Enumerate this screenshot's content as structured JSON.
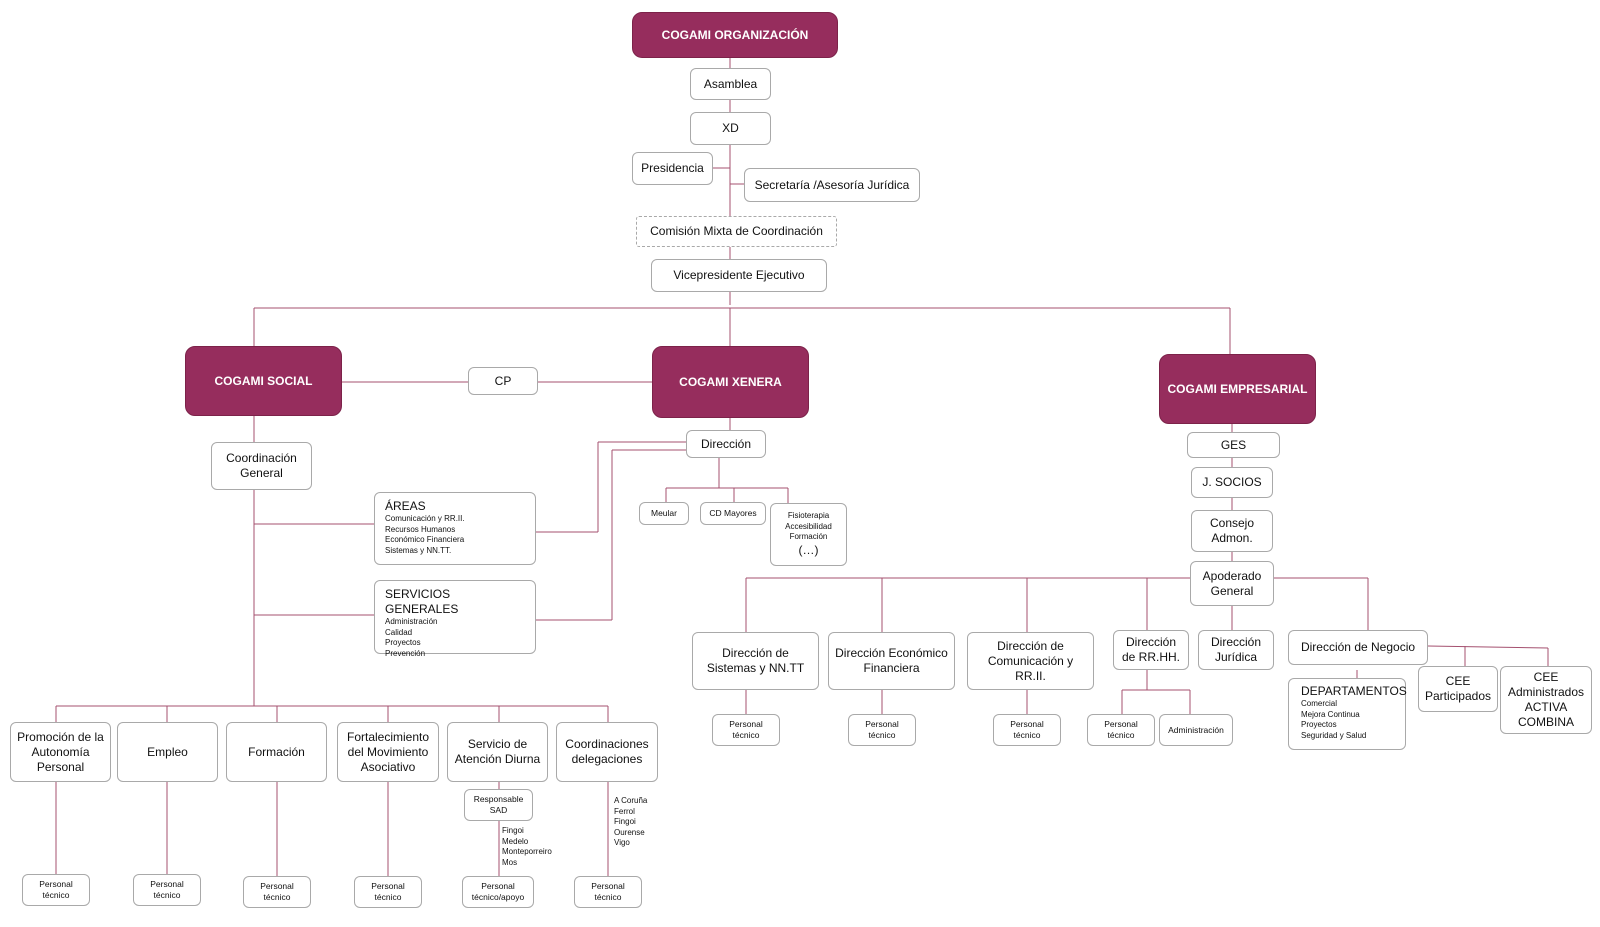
{
  "root": "COGAMI ORGANIZACIÓN",
  "asamblea": "Asamblea",
  "xd": "XD",
  "presidencia": "Presidencia",
  "secretaria": "Secretaría /Asesoría Jurídica",
  "comision": "Comisión Mixta de Coordinación",
  "vicepresidente": "Vicepresidente Ejecutivo",
  "social": {
    "title": "COGAMI SOCIAL",
    "cp": "CP",
    "coordinacion": "Coordinación General",
    "areas": {
      "title": "ÁREAS",
      "items": [
        "Comunicación y RR.II.",
        "Recursos Humanos",
        "Económico Financiera",
        "Sistemas y NN.TT."
      ]
    },
    "servicios": {
      "title": "SERVICIOS GENERALES",
      "items": [
        "Administración",
        "Calidad",
        "Proyectos",
        "Prevención"
      ]
    },
    "units": [
      {
        "label": "Promoción de la Autonomía Personal",
        "staff": "Personal técnico"
      },
      {
        "label": "Empleo",
        "staff": "Personal técnico"
      },
      {
        "label": "Formación",
        "staff": "Personal técnico"
      },
      {
        "label": "Fortalecimiento del Movimiento Asociativo",
        "staff": "Personal técnico"
      },
      {
        "label": "Servicio de Atención Diurna",
        "staff": "Personal técnico/apoyo"
      },
      {
        "label": "Coordinaciones delegaciones",
        "staff": "Personal técnico"
      }
    ],
    "responsable": "Responsable SAD",
    "sad_centers": [
      "Fingoi",
      "Medelo",
      "Monteporreiro",
      "Mos"
    ],
    "delegaciones": [
      "A Coruña",
      "Ferrol",
      "Fingoi",
      "Ourense",
      "Vigo"
    ]
  },
  "xenera": {
    "title": "COGAMI XENERA",
    "direccion": "Dirección",
    "meular": "Meular",
    "cd_mayores": "CD Mayores",
    "services": [
      "Fisioterapia",
      "Accesibilidad",
      "Formación"
    ],
    "services_more": "(…)"
  },
  "empresarial": {
    "title": "COGAMI EMPRESARIAL",
    "ges": "GES",
    "socios": "J. SOCIOS",
    "consejo": "Consejo Admon.",
    "apoderado": "Apoderado General",
    "dir_sistemas": "Dirección de Sistemas y NN.TT",
    "dir_economico": "Dirección Económico Financiera",
    "dir_comunicacion": "Dirección de Comunicación y RR.II.",
    "dir_rrhh": "Dirección de RR.HH.",
    "dir_juridica": "Dirección Jurídica",
    "dir_negocio": "Dirección de Negocio",
    "staff": "Personal técnico",
    "administracion": "Administración",
    "departamentos": {
      "title": "DEPARTAMENTOS",
      "items": [
        "Comercial",
        "Mejora Continua",
        "Proyectos",
        "Seguridad y Salud"
      ]
    },
    "cee_participados": "CEE Participados",
    "cee_administrados": "CEE Administrados ACTIVA COMBINA"
  }
}
